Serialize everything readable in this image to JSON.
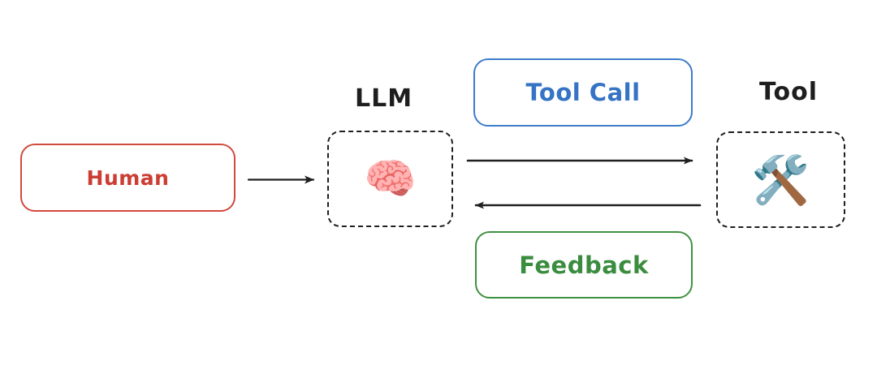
{
  "diagram": {
    "title": "LLM tool-calling loop",
    "background_color": "#ffffff",
    "nodes": {
      "human": {
        "label": "Human",
        "shape": "rounded-rectangle",
        "border_style": "solid",
        "border_color": "#d1493f",
        "text_color": "#cc3d33"
      },
      "llm": {
        "caption": "LLM",
        "icon": "brain-emoji",
        "icon_glyph": "🧠",
        "shape": "rounded-rectangle",
        "border_style": "dashed",
        "border_color": "#1f1f1f",
        "caption_color": "#1e1e1e"
      },
      "tool": {
        "caption": "Tool",
        "icon": "hammer-and-wrench-emoji",
        "icon_glyph": "🛠️",
        "shape": "rounded-rectangle",
        "border_style": "dashed",
        "border_color": "#1f1f1f",
        "caption_color": "#1e1e1e"
      },
      "tool_call": {
        "label": "Tool Call",
        "shape": "rounded-rectangle",
        "border_style": "solid",
        "border_color": "#3d7cc9",
        "text_color": "#3573c4"
      },
      "feedback": {
        "label": "Feedback",
        "shape": "rounded-rectangle",
        "border_style": "solid",
        "border_color": "#3f9142",
        "text_color": "#3a8c3f"
      }
    },
    "edges": [
      {
        "name": "human-to-llm-arrow",
        "from": "human",
        "to": "llm",
        "direction": "right",
        "label": "",
        "color": "#1f1f1f"
      },
      {
        "name": "llm-to-tool-arrow",
        "from": "llm",
        "to": "tool",
        "direction": "right",
        "label": "Tool Call",
        "color": "#1f1f1f"
      },
      {
        "name": "tool-to-llm-arrow",
        "from": "tool",
        "to": "llm",
        "direction": "left",
        "label": "Feedback",
        "color": "#1f1f1f"
      }
    ]
  }
}
